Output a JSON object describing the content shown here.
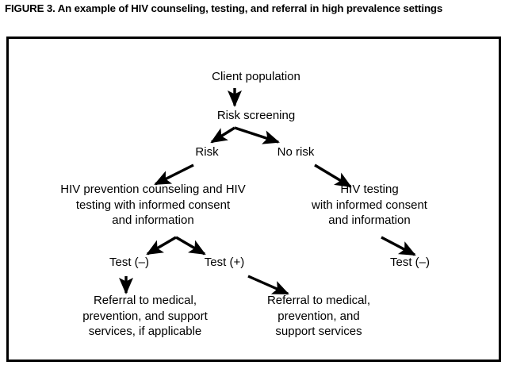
{
  "figure": {
    "caption": "FIGURE 3. An example of HIV counseling, testing, and referral in high prevalence settings",
    "border_color": "#000000",
    "background_color": "#ffffff",
    "text_color": "#000000"
  },
  "flowchart": {
    "type": "flowchart",
    "orientation": "top-down",
    "nodes": {
      "client_population": "Client population",
      "risk_screening": "Risk screening",
      "risk": "Risk",
      "no_risk": "No risk",
      "risk_path_services": "HIV prevention counseling and HIV\ntesting with informed consent\nand information",
      "no_risk_path_services": "HIV testing\nwith informed consent\nand information",
      "test_negative_risk": "Test (–)",
      "test_positive_risk": "Test (+)",
      "test_negative_no_risk": "Test (–)",
      "referral_conditional": "Referral to medical,\nprevention, and support\nservices, if applicable",
      "referral_full": "Referral to medical,\nprevention, and\nsupport services"
    },
    "edges": [
      {
        "from": "client_population",
        "to": "risk_screening",
        "style": "straight-down"
      },
      {
        "from": "risk_screening",
        "to": "risk",
        "style": "diagonal-down-left"
      },
      {
        "from": "risk_screening",
        "to": "no_risk",
        "style": "diagonal-down-right"
      },
      {
        "from": "risk",
        "to": "risk_path_services",
        "style": "diagonal-down-left"
      },
      {
        "from": "no_risk",
        "to": "no_risk_path_services",
        "style": "diagonal-down-right"
      },
      {
        "from": "risk_path_services",
        "to": "test_negative_risk",
        "style": "diagonal-down-left"
      },
      {
        "from": "risk_path_services",
        "to": "test_positive_risk",
        "style": "diagonal-down-right"
      },
      {
        "from": "no_risk_path_services",
        "to": "test_negative_no_risk",
        "style": "diagonal-down-right"
      },
      {
        "from": "test_negative_risk",
        "to": "referral_conditional",
        "style": "straight-down"
      },
      {
        "from": "test_positive_risk",
        "to": "referral_full",
        "style": "diagonal-down-right"
      }
    ]
  }
}
